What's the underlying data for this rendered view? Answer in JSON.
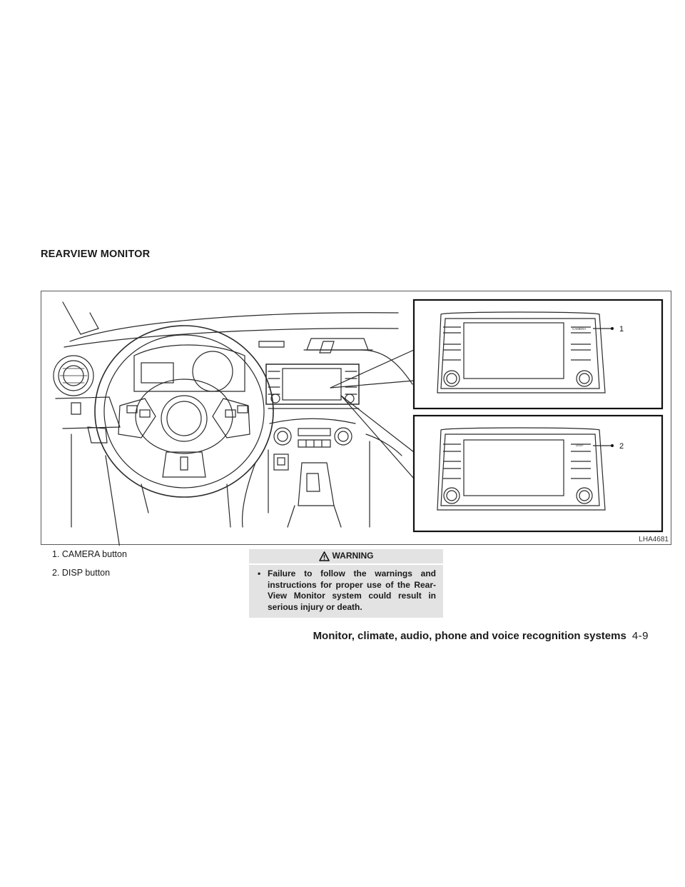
{
  "section": {
    "title": "REARVIEW MONITOR"
  },
  "figure": {
    "id": "LHA4681",
    "callouts": [
      "1",
      "2"
    ],
    "inset1_button_label": "CAMERA",
    "inset2_button_label": "DISP"
  },
  "captions": [
    "1. CAMERA button",
    "2. DISP button"
  ],
  "warning": {
    "heading": "WARNING",
    "items": [
      "Failure to follow the warnings and instructions for proper use of the Rear-View Monitor system could result in serious injury or death."
    ]
  },
  "footer": {
    "chapter_title": "Monitor, climate, audio, phone and voice recognition systems",
    "page": "4-9"
  }
}
